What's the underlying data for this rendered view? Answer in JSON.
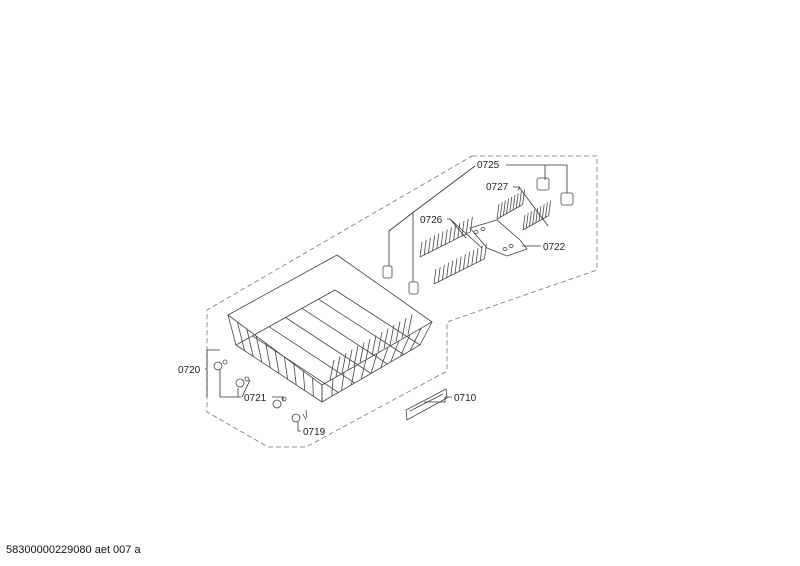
{
  "diagram": {
    "type": "exploded parts diagram",
    "part_labels": {
      "p0725": "0725",
      "p0727": "0727",
      "p0726": "0726",
      "p0722": "0722",
      "p0720": "0720",
      "p0721": "0721",
      "p0719": "0719",
      "p0710": "0710"
    },
    "footer": "58300000229080 aet 007 a"
  }
}
